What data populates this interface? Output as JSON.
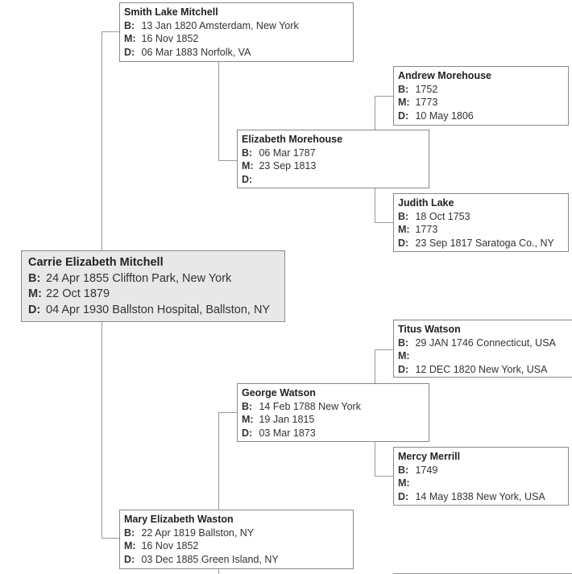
{
  "labels": {
    "born": "B:",
    "married": "M:",
    "died": "D:"
  },
  "people": {
    "root": {
      "name": "Carrie Elizabeth Mitchell",
      "born": "24 Apr 1855 Cliffton Park, New York",
      "married": "22 Oct 1879",
      "died": "04 Apr 1930 Ballston Hospital, Ballston, NY"
    },
    "father": {
      "name": "Smith Lake Mitchell",
      "born": "13 Jan 1820 Amsterdam, New York",
      "married": "16 Nov 1852",
      "died": "06 Mar 1883 Norfolk, VA"
    },
    "mother": {
      "name": "Mary Elizabeth Waston",
      "born": "22 Apr 1819 Ballston, NY",
      "married": "16 Nov 1852",
      "died": "03 Dec 1885 Green Island, NY"
    },
    "pgm": {
      "name": "Elizabeth Morehouse",
      "born": "06 Mar 1787",
      "married": "23 Sep 1813",
      "died": ""
    },
    "mgf": {
      "name": "George Watson",
      "born": "14 Feb 1788 New York",
      "married": "19 Jan 1815",
      "died": "03 Mar 1873"
    },
    "pgm_f": {
      "name": "Andrew Morehouse",
      "born": "1752",
      "married": "1773",
      "died": "10 May 1806"
    },
    "pgm_m": {
      "name": "Judith Lake",
      "born": "18 Oct 1753",
      "married": "1773",
      "died": "23 Sep 1817 Saratoga Co., NY"
    },
    "mgf_f": {
      "name": "Titus Watson",
      "born": "29 JAN 1746 Connecticut, USA",
      "married": "",
      "died": "12 DEC 1820 New York, USA"
    },
    "mgf_m": {
      "name": "Mercy Merrill",
      "born": "1749",
      "married": "",
      "died": "14 May 1838 New York, USA"
    }
  }
}
